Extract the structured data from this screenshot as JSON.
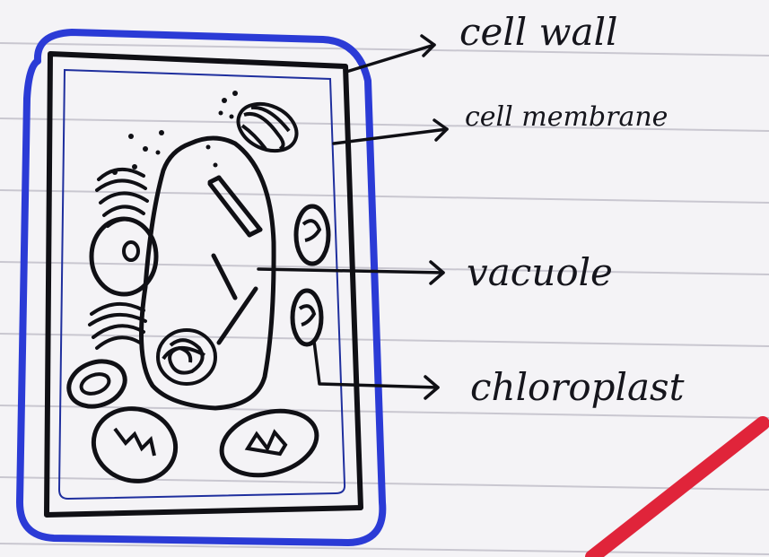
{
  "labels": {
    "cell_wall": "cell wall",
    "cell_membrane": "cell membrane",
    "vacuole": "vacuole",
    "chloroplast": "chloroplast"
  },
  "colors": {
    "paper": "#f4f3f6",
    "ruled_line": "#c9c7d0",
    "cell_wall_ink": "#2b3bd6",
    "membrane_ink": "#1f2f9e",
    "pen_ink": "#101015",
    "red_mark": "#e0243a"
  }
}
